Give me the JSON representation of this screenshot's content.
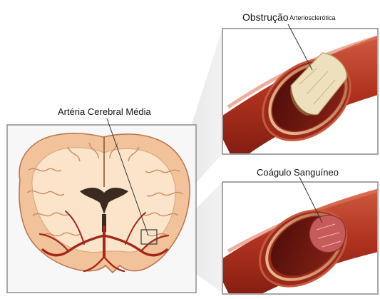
{
  "labels": {
    "middle_cerebral_artery": "Artéria Cerebral Média",
    "obstruction": "Obstrução",
    "obstruction_sub": "Arteriosclerótica",
    "blood_clot": "Coágulo Sanguíneo"
  },
  "colors": {
    "artery": "#a92a1d",
    "artery_highlight": "#d2604a",
    "brain_cortex": "#f3c49c",
    "brain_white": "#fbe3c7",
    "ventricle": "#3b2a22",
    "plaque": "#efe2bf",
    "clot": "#c75a5a",
    "panel_border": "#7d7d7d"
  }
}
